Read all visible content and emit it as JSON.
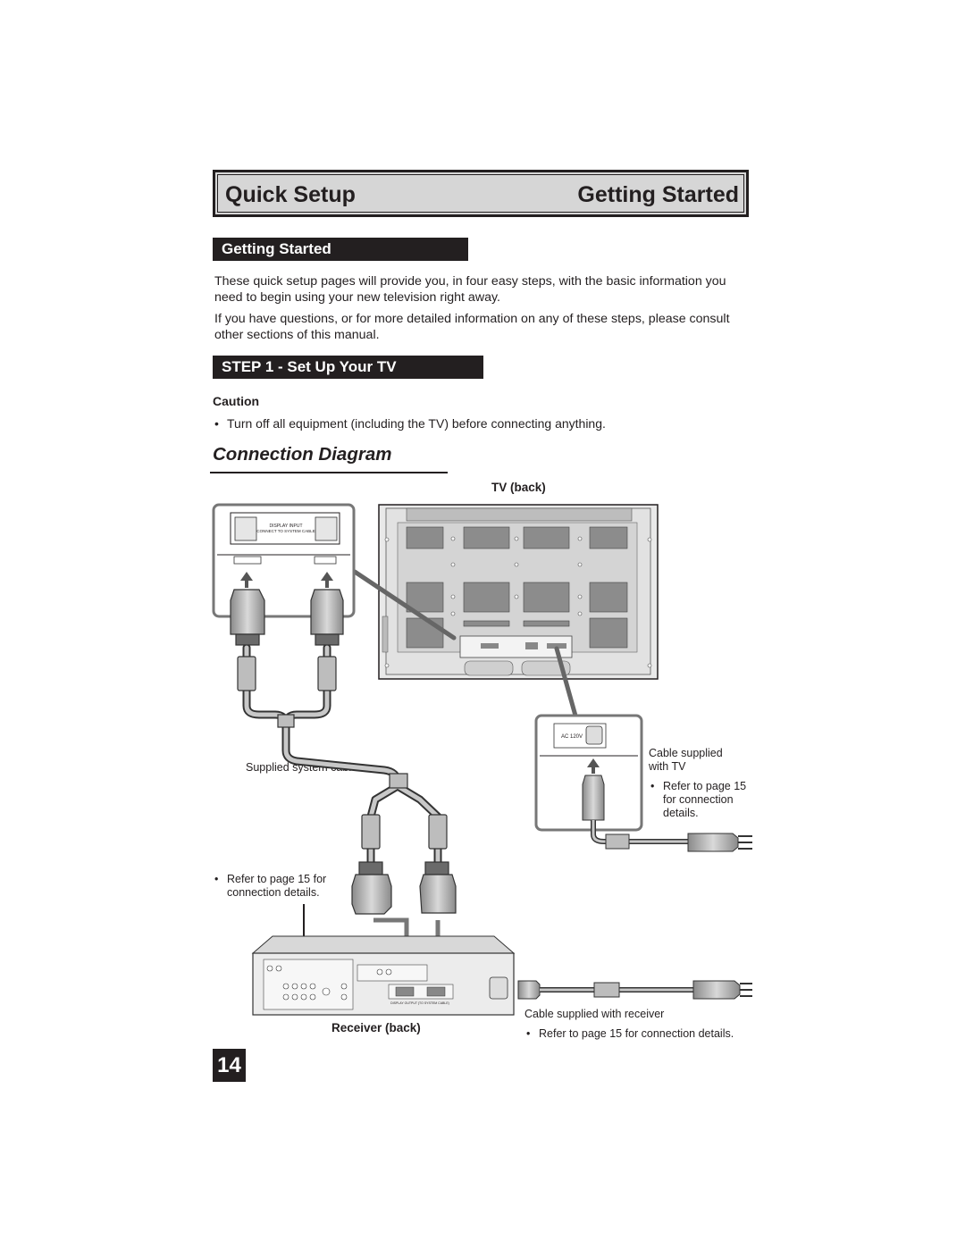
{
  "header": {
    "left_title": "Quick Setup",
    "right_title": "Getting Started"
  },
  "getting_started": {
    "heading": "Getting Started",
    "para1_line1": "These quick setup pages will provide you, in four easy steps, with the basic information you",
    "para1_line2": "need to begin using your new television right away.",
    "para2_line1": "If you have questions, or for more detailed information on any of these steps, please consult",
    "para2_line2": "other sections of this manual."
  },
  "step1": {
    "heading": "STEP 1 - Set Up Your TV",
    "caution_label": "Caution",
    "caution_bullet": "•",
    "caution_text": "Turn off all equipment (including the TV) before connecting anything."
  },
  "diagram": {
    "title": "Connection Diagram",
    "tv_back_label": "TV (back)",
    "display_input_line1": "DISPLAY INPUT",
    "display_input_line2": "CONNECT TO SYSTEM CABLE",
    "ac_label": "AC 120V",
    "cable_supplied_tv_line1": "Cable supplied",
    "cable_supplied_tv_line2": "with TV",
    "refer_tv_bullet": "•",
    "refer_tv_line1": "Refer to page 15",
    "refer_tv_line2": "for connection",
    "refer_tv_line3": "details.",
    "supplied_system_cable": "Supplied system cable",
    "refer_left_bullet": "•",
    "refer_left_line1": "Refer to page 15 for",
    "refer_left_line2": "connection details.",
    "receiver_back_label": "Receiver (back)",
    "receiver_display_output": "DISPLAY OUTPUT (TO SYSTEM CABLE)",
    "cable_supplied_receiver": "Cable supplied with receiver",
    "refer_receiver_bullet": "•",
    "refer_receiver_text": "Refer to page 15 for connection details."
  },
  "page_number": "14"
}
